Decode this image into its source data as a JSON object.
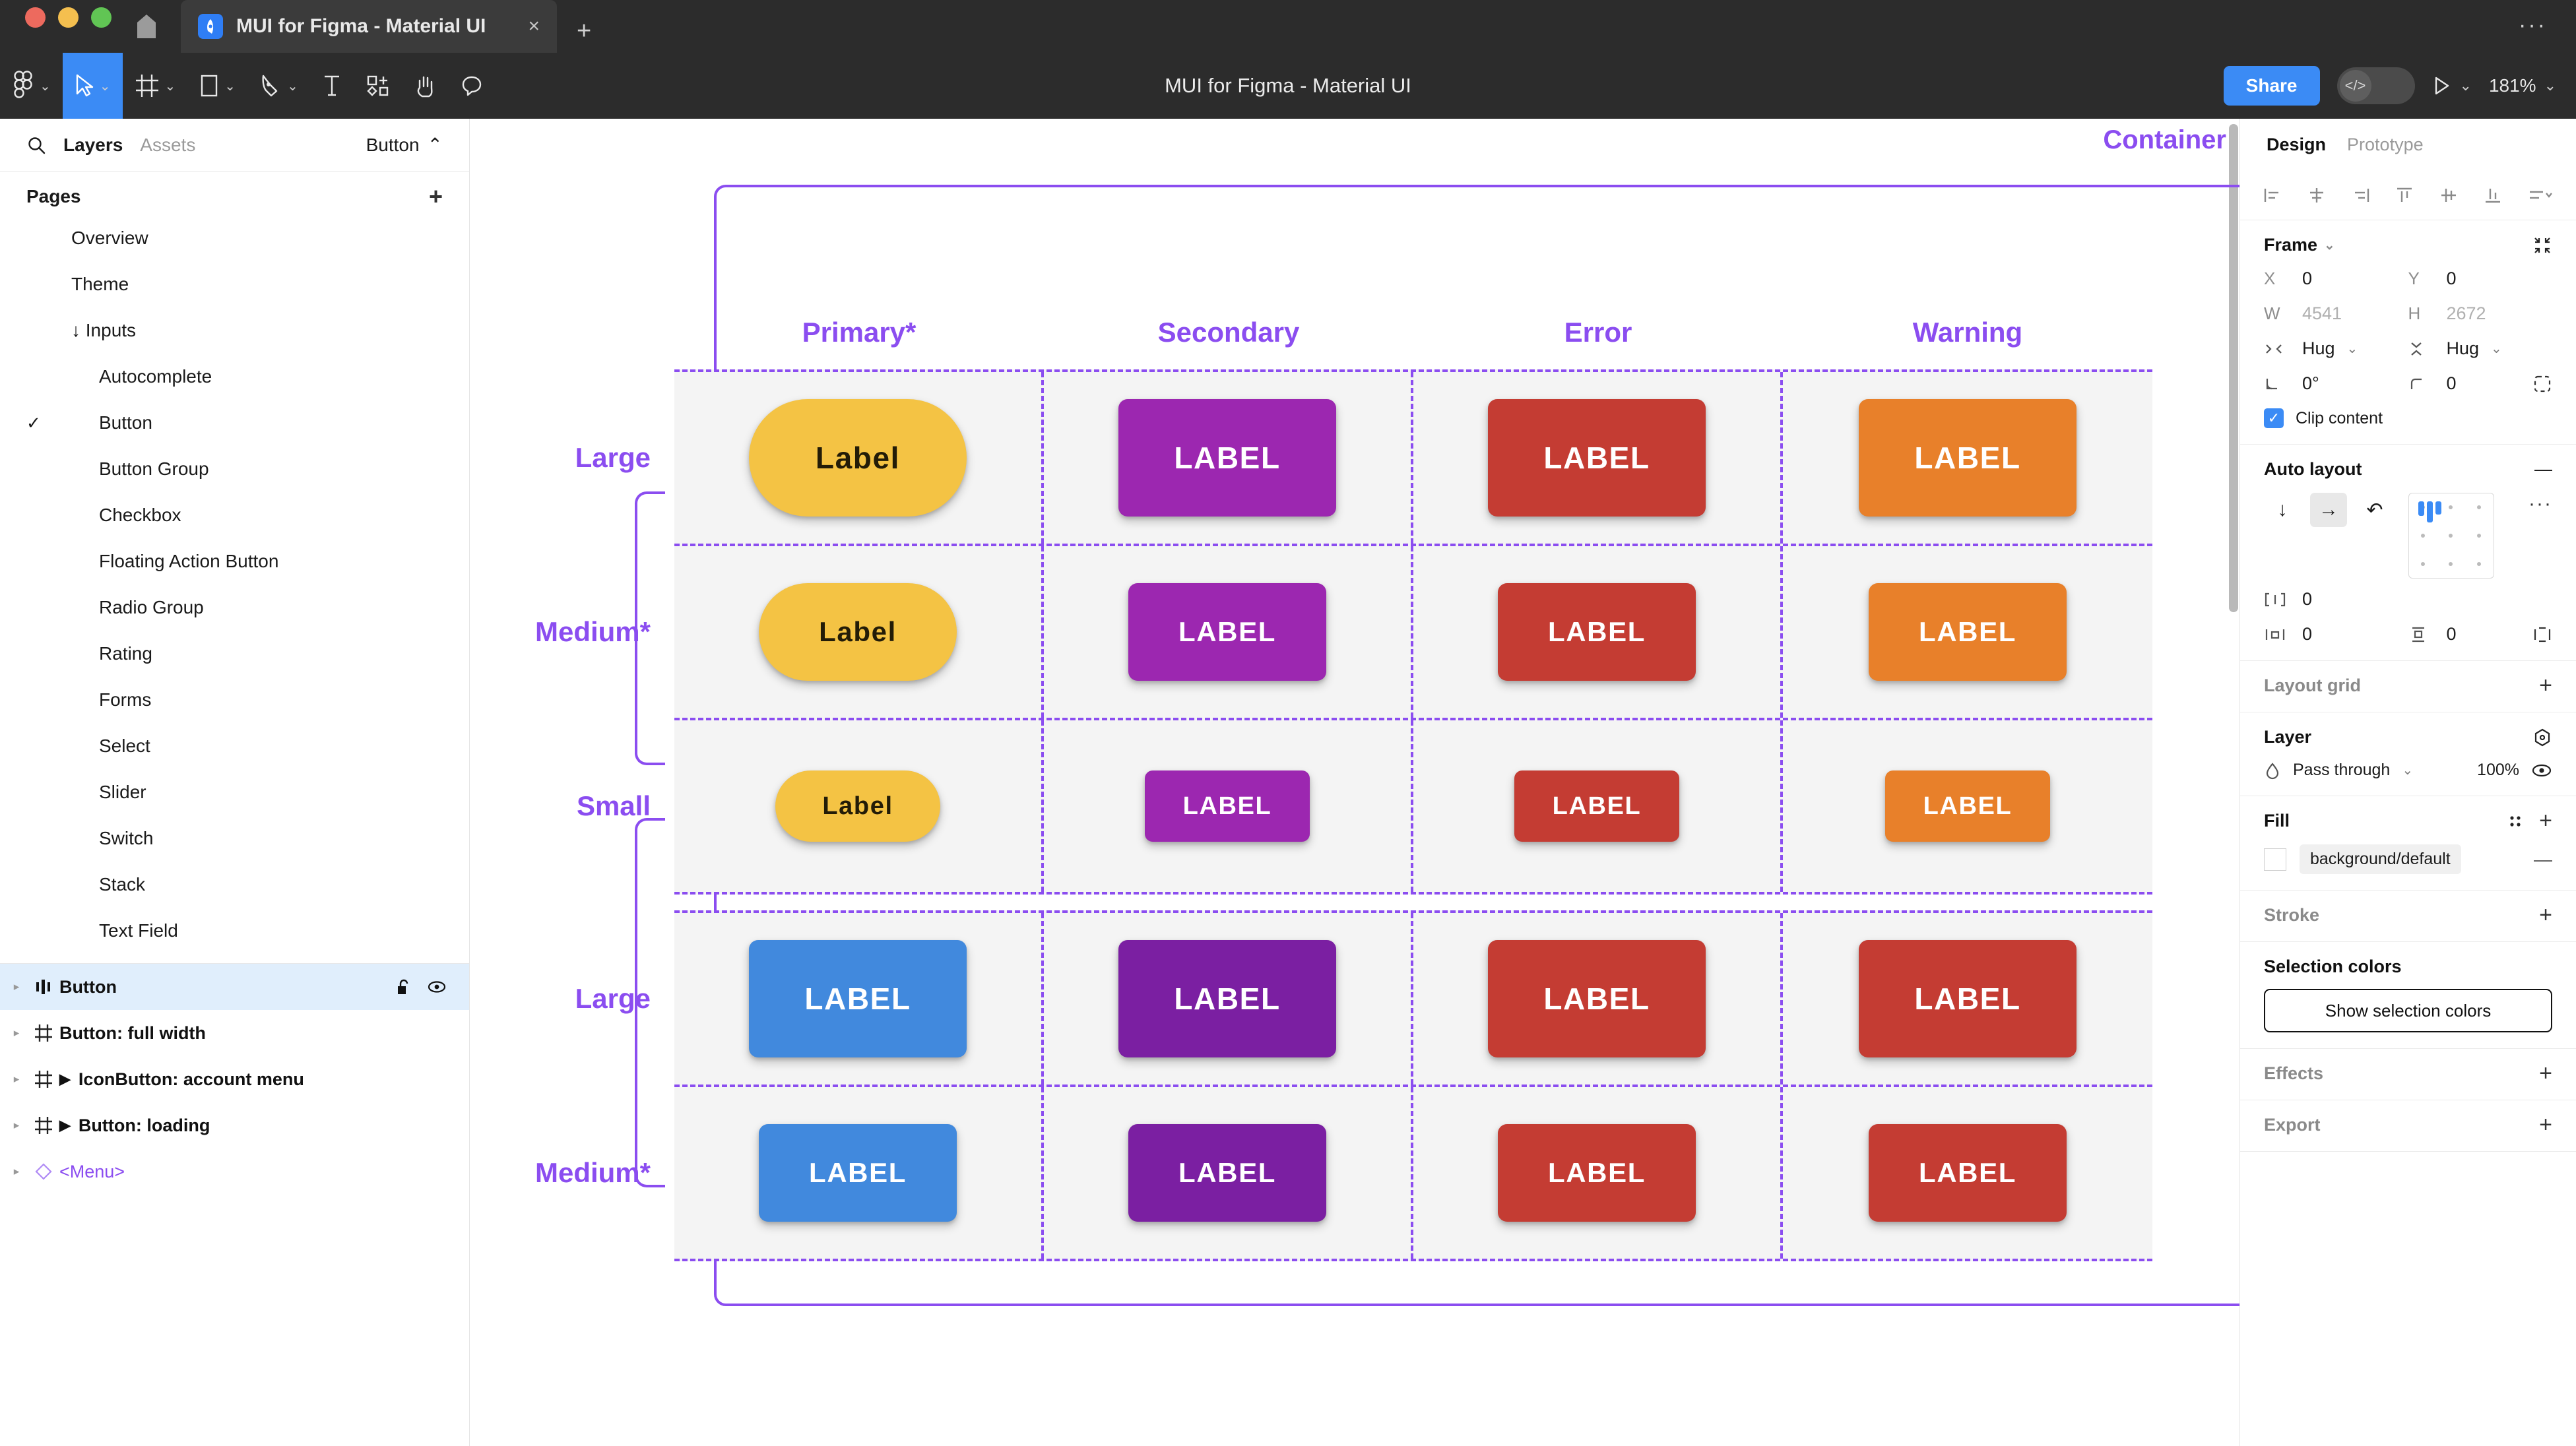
{
  "window": {
    "tab_title": "MUI for Figma - Material UI",
    "close_label": "×",
    "newtab_label": "+",
    "menu_label": "···"
  },
  "toolbar": {
    "doc_title": "MUI for Figma - Material UI",
    "share_label": "Share",
    "zoom_level": "181%",
    "caret": "⌄"
  },
  "left_panel": {
    "tabs": [
      {
        "label": "Layers",
        "active": true
      },
      {
        "label": "Assets",
        "active": false
      }
    ],
    "selector_label": "Button",
    "selector_caret": "⌃",
    "pages_header": "Pages",
    "pages_add": "+",
    "pages": [
      {
        "label": "Overview",
        "indent": 1,
        "checked": false
      },
      {
        "label": "Theme",
        "indent": 1,
        "checked": false
      },
      {
        "label": "↓ Inputs",
        "indent": 1,
        "checked": false
      },
      {
        "label": "Autocomplete",
        "indent": 2,
        "checked": false
      },
      {
        "label": "Button",
        "indent": 2,
        "checked": true
      },
      {
        "label": "Button Group",
        "indent": 2,
        "checked": false
      },
      {
        "label": "Checkbox",
        "indent": 2,
        "checked": false
      },
      {
        "label": "Floating Action Button",
        "indent": 2,
        "checked": false
      },
      {
        "label": "Radio Group",
        "indent": 2,
        "checked": false
      },
      {
        "label": "Rating",
        "indent": 2,
        "checked": false
      },
      {
        "label": "Forms",
        "indent": 2,
        "checked": false
      },
      {
        "label": "Select",
        "indent": 2,
        "checked": false
      },
      {
        "label": "Slider",
        "indent": 2,
        "checked": false
      },
      {
        "label": "Switch",
        "indent": 2,
        "checked": false
      },
      {
        "label": "Stack",
        "indent": 2,
        "checked": false
      },
      {
        "label": "Text Field",
        "indent": 2,
        "checked": false
      }
    ],
    "layers": [
      {
        "label": "Button",
        "icon": "component-set-icon",
        "selected": true,
        "collapsed_arrow": false,
        "lock": true,
        "eye": true,
        "component": false
      },
      {
        "label": "Button: full width",
        "icon": "frame-icon",
        "selected": false,
        "collapsed_arrow": false,
        "lock": false,
        "eye": false,
        "component": false
      },
      {
        "label": "IconButton: account menu",
        "icon": "frame-icon",
        "selected": false,
        "collapsed_arrow": true,
        "lock": false,
        "eye": false,
        "component": false
      },
      {
        "label": "Button: loading",
        "icon": "frame-icon",
        "selected": false,
        "collapsed_arrow": true,
        "lock": false,
        "eye": false,
        "component": false
      },
      {
        "label": "<Menu>",
        "icon": "component-icon",
        "selected": false,
        "collapsed_arrow": false,
        "lock": false,
        "eye": false,
        "component": true
      }
    ]
  },
  "canvas": {
    "container_label": "Container",
    "column_headers": [
      "Primary*",
      "Secondary",
      "Error",
      "Warning"
    ],
    "groups": [
      {
        "rows": [
          {
            "size_label": "Large",
            "buttons": [
              {
                "text": "Label",
                "color": "#f4c344",
                "text_color": "#231c07",
                "shape": "pill",
                "size": "large"
              },
              {
                "text": "LABEL",
                "color": "#9c27b0",
                "text_color": "#ffffff",
                "shape": "rect",
                "size": "large"
              },
              {
                "text": "LABEL",
                "color": "#c43c33",
                "text_color": "#ffffff",
                "shape": "rect",
                "size": "large"
              },
              {
                "text": "LABEL",
                "color": "#e8802a",
                "text_color": "#ffffff",
                "shape": "rect",
                "size": "large"
              }
            ]
          },
          {
            "size_label": "Medium*",
            "buttons": [
              {
                "text": "Label",
                "color": "#f4c344",
                "text_color": "#231c07",
                "shape": "pill",
                "size": "medium"
              },
              {
                "text": "LABEL",
                "color": "#9c27b0",
                "text_color": "#ffffff",
                "shape": "rect",
                "size": "medium"
              },
              {
                "text": "LABEL",
                "color": "#c43c33",
                "text_color": "#ffffff",
                "shape": "rect",
                "size": "medium"
              },
              {
                "text": "LABEL",
                "color": "#e8802a",
                "text_color": "#ffffff",
                "shape": "rect",
                "size": "medium"
              }
            ]
          },
          {
            "size_label": "Small",
            "buttons": [
              {
                "text": "Label",
                "color": "#f4c344",
                "text_color": "#231c07",
                "shape": "pill",
                "size": "small"
              },
              {
                "text": "LABEL",
                "color": "#9c27b0",
                "text_color": "#ffffff",
                "shape": "rect",
                "size": "small"
              },
              {
                "text": "LABEL",
                "color": "#c43c33",
                "text_color": "#ffffff",
                "shape": "rect",
                "size": "small"
              },
              {
                "text": "LABEL",
                "color": "#e8802a",
                "text_color": "#ffffff",
                "shape": "rect",
                "size": "small"
              }
            ]
          }
        ]
      },
      {
        "rows": [
          {
            "size_label": "Large",
            "buttons": [
              {
                "text": "LABEL",
                "color": "#4189dd",
                "text_color": "#ffffff",
                "shape": "rect",
                "size": "large"
              },
              {
                "text": "LABEL",
                "color": "#7b1fa2",
                "text_color": "#ffffff",
                "shape": "rect",
                "size": "large"
              },
              {
                "text": "LABEL",
                "color": "#c43c33",
                "text_color": "#ffffff",
                "shape": "rect",
                "size": "large"
              },
              {
                "text": "LABEL",
                "color": "#c43c33",
                "text_color": "#ffffff",
                "shape": "rect",
                "size": "large"
              }
            ]
          },
          {
            "size_label": "Medium*",
            "buttons": [
              {
                "text": "LABEL",
                "color": "#4189dd",
                "text_color": "#ffffff",
                "shape": "rect",
                "size": "medium"
              },
              {
                "text": "LABEL",
                "color": "#7b1fa2",
                "text_color": "#ffffff",
                "shape": "rect",
                "size": "medium"
              },
              {
                "text": "LABEL",
                "color": "#c43c33",
                "text_color": "#ffffff",
                "shape": "rect",
                "size": "medium"
              },
              {
                "text": "LABEL",
                "color": "#c43c33",
                "text_color": "#ffffff",
                "shape": "rect",
                "size": "medium"
              }
            ]
          }
        ]
      }
    ]
  },
  "right_panel": {
    "tabs": [
      {
        "label": "Design",
        "active": true
      },
      {
        "label": "Prototype",
        "active": false
      }
    ],
    "frame": {
      "title": "Frame",
      "x_label": "X",
      "x_value": "0",
      "y_label": "Y",
      "y_value": "0",
      "w_label": "W",
      "w_value": "4541",
      "h_label": "H",
      "h_value": "2672",
      "hug_w": "Hug",
      "hug_h": "Hug",
      "rotation": "0°",
      "corner_radius": "0",
      "clip_content_label": "Clip content",
      "clip_content_checked": true
    },
    "auto_layout": {
      "title": "Auto layout",
      "direction": "horizontal",
      "gap_value": "0",
      "padding_h": "0",
      "padding_v": "0",
      "remove_label": "—",
      "more_label": "···"
    },
    "layout_grid": {
      "title": "Layout grid",
      "add": "+"
    },
    "layer": {
      "title": "Layer",
      "blend_mode": "Pass through",
      "opacity": "100%"
    },
    "fill": {
      "title": "Fill",
      "token": "background/default",
      "add": "+",
      "remove": "—"
    },
    "stroke": {
      "title": "Stroke",
      "add": "+"
    },
    "selection_colors": {
      "title": "Selection colors",
      "button_label": "Show selection colors"
    },
    "effects": {
      "title": "Effects",
      "add": "+"
    },
    "export": {
      "title": "Export",
      "add": "+"
    }
  },
  "colors": {
    "figma_blue": "#3b8bf5",
    "figma_purple": "#8b4df0",
    "chrome_dark": "#2c2c2c"
  }
}
